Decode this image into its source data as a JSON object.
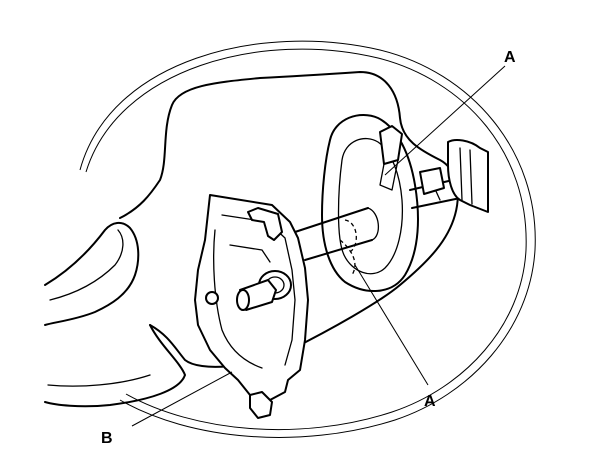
{
  "callouts": {
    "a_top": "A",
    "a_bottom": "A",
    "b": "B"
  },
  "colors": {
    "ink": "#000000",
    "paper": "#ffffff"
  }
}
